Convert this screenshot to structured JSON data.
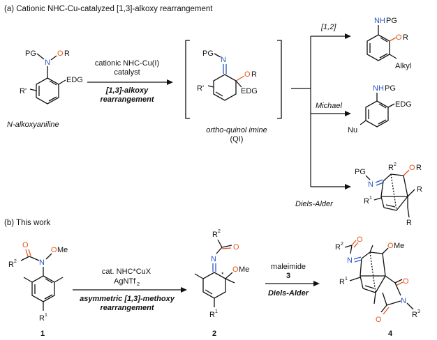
{
  "section_a": {
    "heading": "(a) Cationic NHC-Cu-catalyzed [1,3]-alkoxy rearrangement",
    "reactant": {
      "pg": "PG",
      "n": "N",
      "o": "O",
      "r": "R",
      "edg": "EDG",
      "rprime": "R'",
      "name": "N-alkoxyaniline"
    },
    "conditions": {
      "line1": "cationic NHC-Cu(I)",
      "line2": "catalyst",
      "line3": "[1,3]-alkoxy",
      "line4": "rearrangement"
    },
    "intermediate": {
      "pg": "PG",
      "n": "N",
      "o": "O",
      "r": "R",
      "edg": "EDG",
      "rprime": "R'",
      "name": "ortho-quinol imine",
      "abbr": "(QI)"
    },
    "paths": {
      "p1": "[1,2]",
      "p2": "Michael",
      "p3": "Diels-Alder"
    },
    "product1": {
      "nh": "NH",
      "pg": "PG",
      "o": "O",
      "r": "R",
      "alkyl": "Alkyl"
    },
    "product2": {
      "nh": "NH",
      "pg": "PG",
      "edg": "EDG",
      "nu": "Nu"
    },
    "product3": {
      "pg": "PG",
      "n": "N",
      "r2": "R",
      "r2sup": "2",
      "o": "O",
      "r": "R",
      "r1": "R",
      "r1sup": "1",
      "ra": "R",
      "rb": "R"
    }
  },
  "section_b": {
    "heading": "(b) This work",
    "reactant": {
      "o": "O",
      "n": "N",
      "ome_o": "O",
      "ome_me": "Me",
      "r2": "R",
      "r2sup": "2",
      "r1": "R",
      "r1sup": "1",
      "label": "1"
    },
    "conditions": {
      "line1": "cat. NHC*CuX",
      "line2": "AgNTf",
      "line2sub": "2",
      "line3": "asymmetric [1,3]-methoxy",
      "line4": "rearrangement"
    },
    "intermediate": {
      "r2": "R",
      "r2sup": "2",
      "o": "O",
      "n": "N",
      "star": "*",
      "ome_o": "O",
      "ome_me": "Me",
      "r1": "R",
      "r1sup": "1",
      "label": "2"
    },
    "conditions2": {
      "line1": "maleimide",
      "line2": "3",
      "line3": "Diels-Alder"
    },
    "product": {
      "r2": "R",
      "r2sup": "2",
      "o1": "O",
      "n1": "N",
      "ome_o": "O",
      "ome_me": "Me",
      "r1": "R",
      "r1sup": "1",
      "o2": "O",
      "o3": "O",
      "n2": "N",
      "r3": "R",
      "r3sup": "3",
      "label": "4"
    }
  }
}
